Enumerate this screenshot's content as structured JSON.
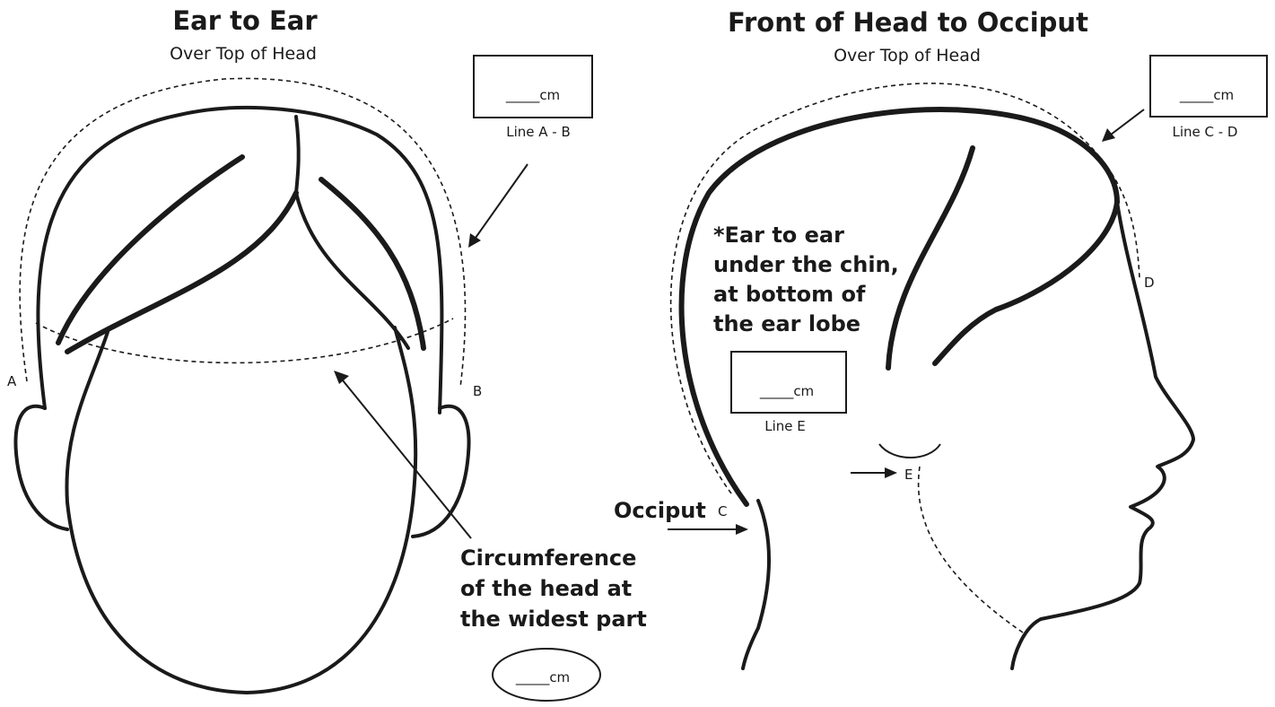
{
  "left_panel": {
    "title": "Ear to Ear",
    "subtitle": "Over Top of Head",
    "box_value": "_____cm",
    "box_caption": "Line A - B",
    "point_a": "A",
    "point_b": "B",
    "circumference_lines": [
      "Circumference",
      "of  the head at",
      "the widest part"
    ],
    "oval_value": "_____cm"
  },
  "right_panel": {
    "title": "Front of Head to Occiput",
    "subtitle": "Over Top of Head",
    "box_value": "_____cm",
    "box_caption": "Line C - D",
    "point_c": "C",
    "point_d": "D",
    "point_e": "E",
    "occiput_label": "Occiput",
    "note_lines": [
      "*Ear to ear",
      "under the chin,",
      "at bottom of",
      "the ear lobe"
    ],
    "line_e_value": "_____cm",
    "line_e_caption": "Line E"
  }
}
